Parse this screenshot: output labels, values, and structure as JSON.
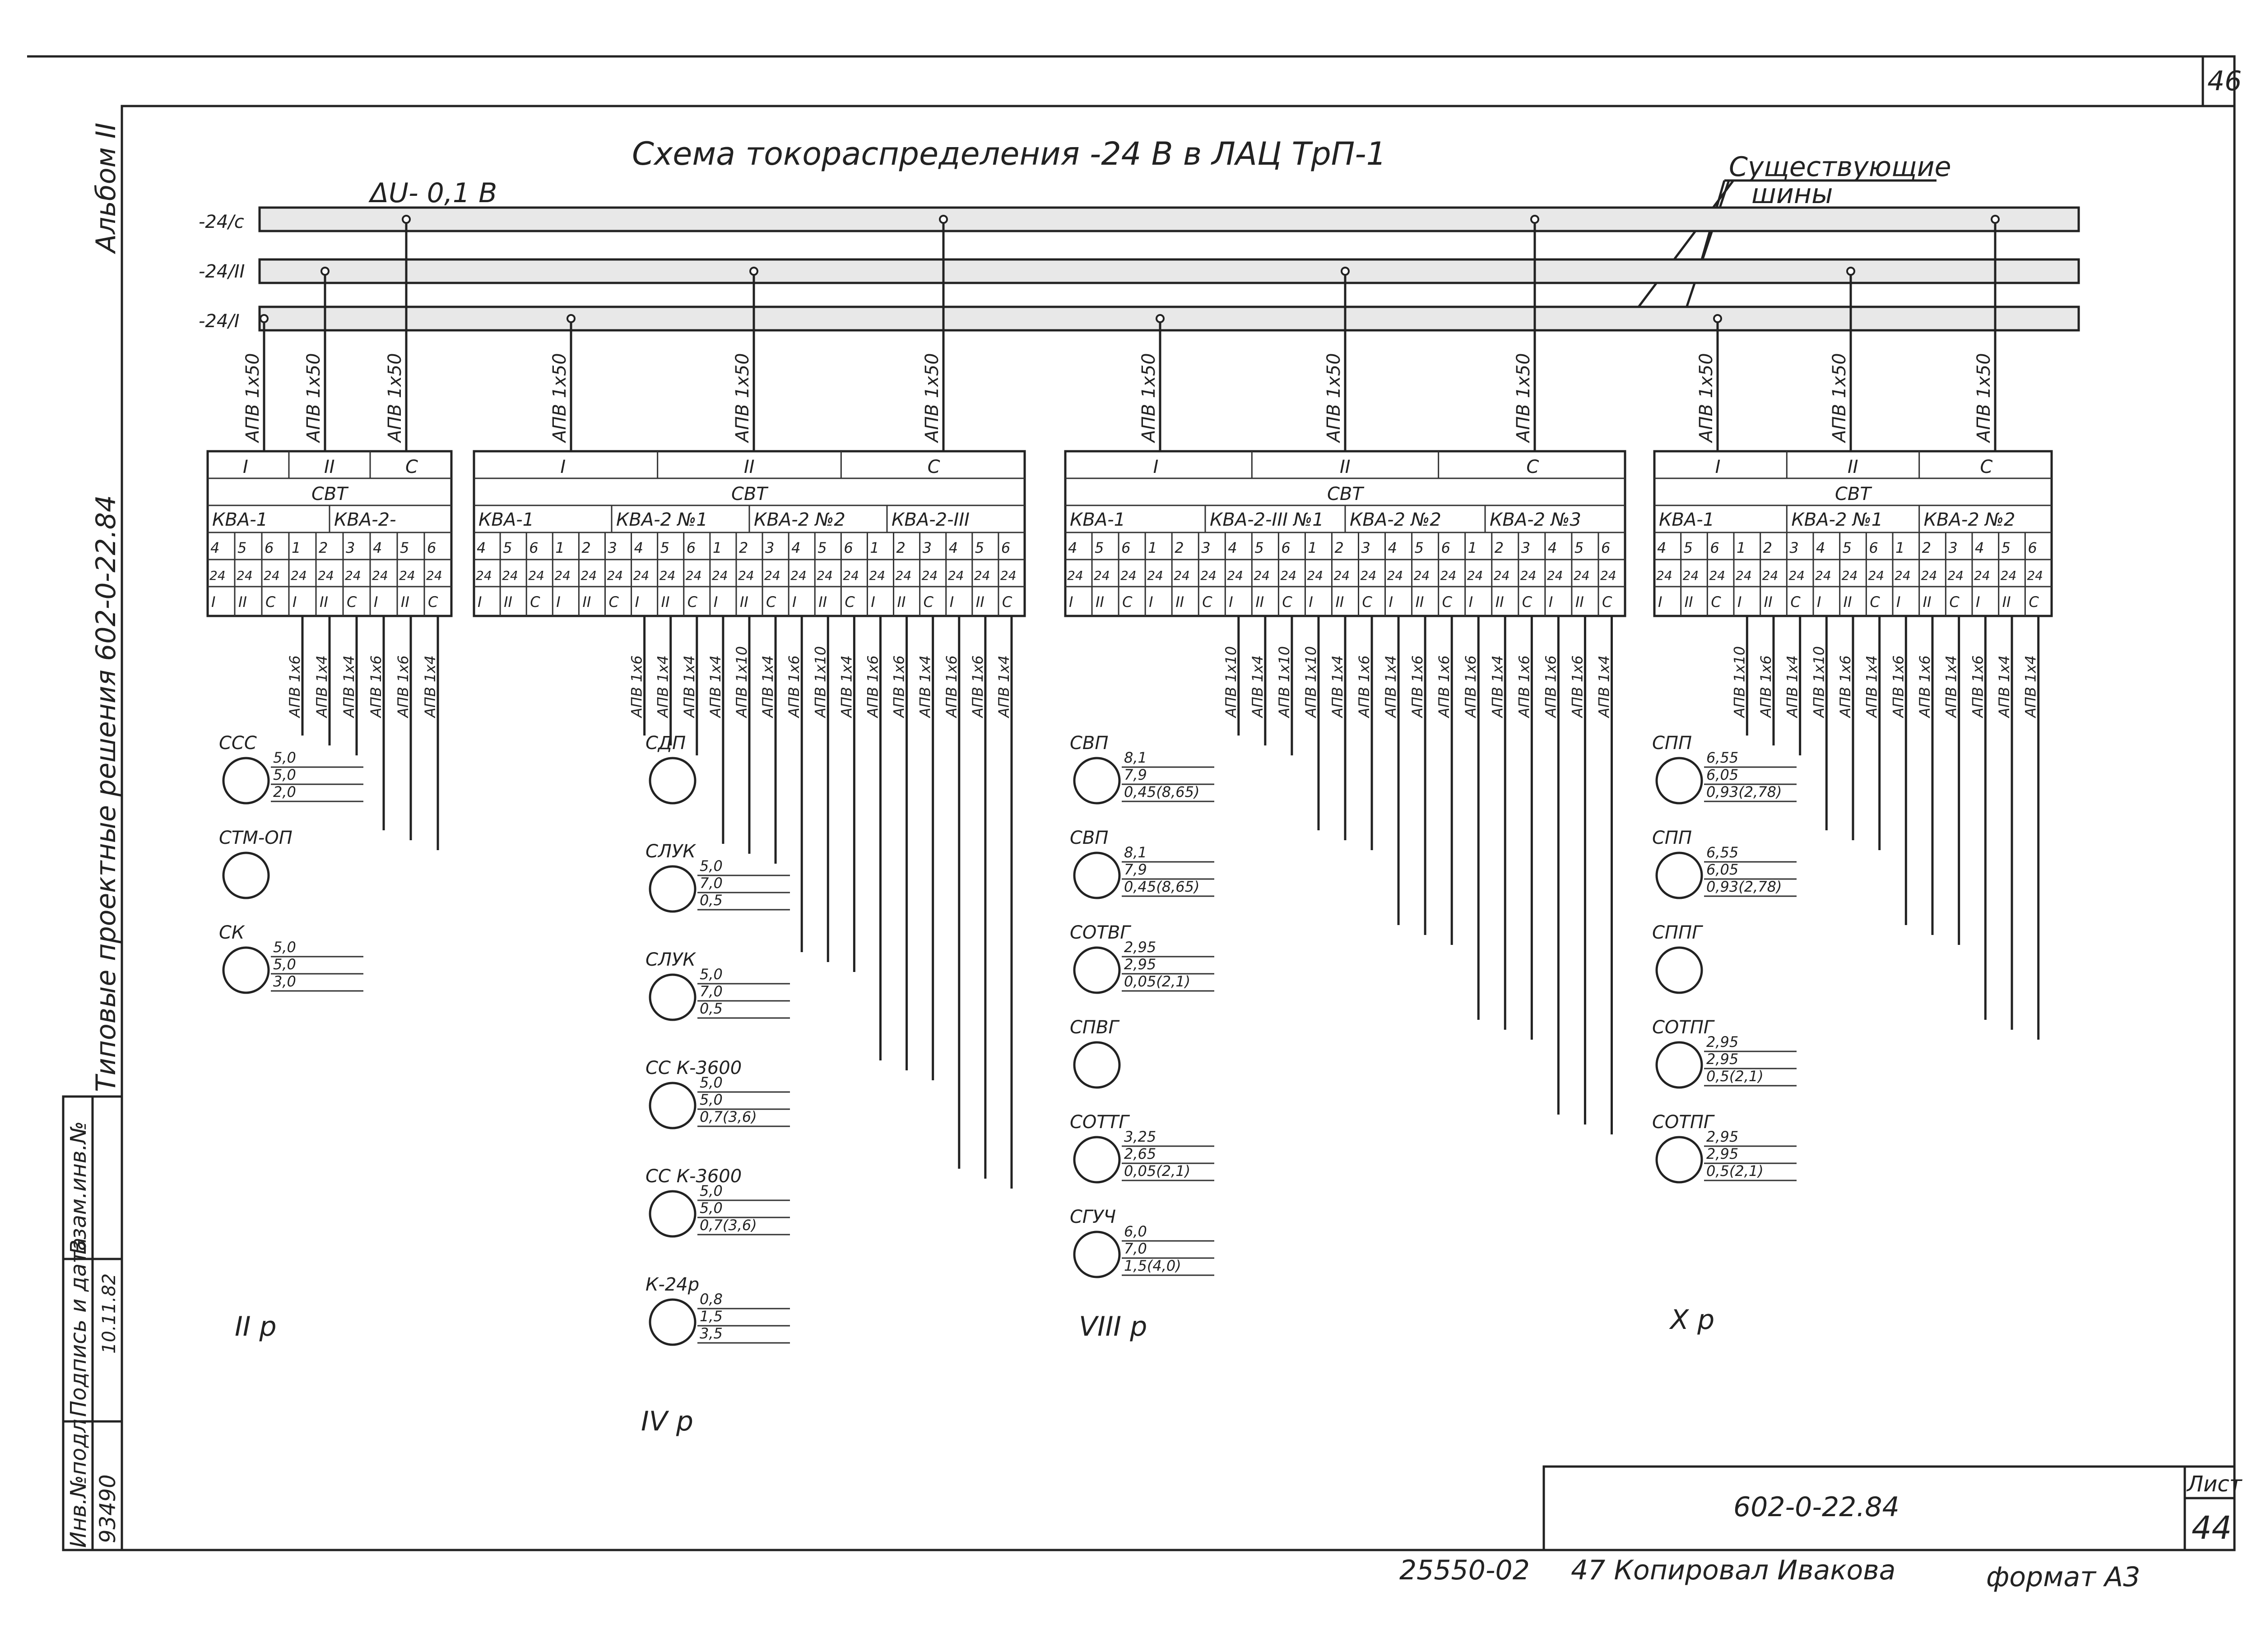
{
  "sheet_number_top": "46",
  "title": "Схема токораспределения -24 В в ЛАЦ ТрП-1",
  "voltage_drop": "ΔU- 0,1 В",
  "existing_buses_label": [
    "Существующие",
    "шины"
  ],
  "bus_labels": [
    "-24/с",
    "-24/II",
    "-24/I"
  ],
  "cable_type": "АПВ 1х50",
  "left_stamp": {
    "album": "Альбом II",
    "series": "Типовые проектные решения 602-0-22.84",
    "fields": [
      "Инв.№подл",
      "Подпись и дата",
      "Взам.инв.№"
    ],
    "inv_no": "93490",
    "date": "10.11.82"
  },
  "groups": [
    {
      "id": "II р",
      "header_sections": [
        "I",
        "II",
        "С"
      ],
      "header_title": "СВТ",
      "breakers": [
        "КВА-1",
        "КВА-2-"
      ],
      "row_nums": [
        "4",
        "5",
        "6",
        "1",
        "2",
        "3",
        "4",
        "5",
        "6"
      ],
      "row_volts": [
        "24",
        "24",
        "24",
        "24",
        "24",
        "24",
        "24",
        "24",
        "24"
      ],
      "row_phase": [
        "I",
        "II",
        "С",
        "I",
        "II",
        "С",
        "I",
        "II",
        "С"
      ],
      "feeders": [
        "АПВ 1х6",
        "АПВ 1х4",
        "АПВ 1х4",
        "АПВ 1х6",
        "АПВ 1х6",
        "АПВ 1х4"
      ],
      "loads": [
        {
          "name": "ССС",
          "values": [
            "5,0",
            "5,0",
            "2,0"
          ]
        },
        {
          "name": "СТМ-ОП",
          "values": []
        },
        {
          "name": "СК",
          "values": [
            "5,0",
            "5,0",
            "3,0"
          ]
        }
      ],
      "label": "II р"
    },
    {
      "id": "IV р",
      "header_sections": [
        "I",
        "II",
        "С"
      ],
      "header_title": "СВТ",
      "breakers": [
        "КВА-1",
        "КВА-2 №1",
        "КВА-2 №2",
        "КВА-2-III"
      ],
      "row_nums": [
        "4",
        "5",
        "6",
        "1",
        "2",
        "3",
        "4",
        "5",
        "6",
        "1",
        "2",
        "3",
        "4",
        "5",
        "6",
        "1",
        "2",
        "3",
        "4",
        "5",
        "6"
      ],
      "row_volts": [
        "24",
        "24",
        "24",
        "24",
        "24",
        "24",
        "24",
        "24",
        "24",
        "24",
        "24",
        "24",
        "24",
        "24",
        "24",
        "24",
        "24",
        "24",
        "24",
        "24",
        "24"
      ],
      "row_phase": [
        "I",
        "II",
        "С",
        "I",
        "II",
        "С",
        "I",
        "II",
        "С",
        "I",
        "II",
        "С",
        "I",
        "II",
        "С",
        "I",
        "II",
        "С",
        "I",
        "II",
        "С"
      ],
      "feeders": [
        "АПВ 1х6",
        "АПВ 1х4",
        "АПВ 1х4",
        "АПВ 1х4",
        "АПВ 1х10",
        "АПВ 1х4",
        "АПВ 1х6",
        "АПВ 1х10",
        "АПВ 1х4",
        "АПВ 1х6",
        "АПВ 1х6",
        "АПВ 1х4",
        "АПВ 1х6",
        "АПВ 1х6",
        "АПВ 1х4"
      ],
      "loads": [
        {
          "name": "СДП",
          "values": []
        },
        {
          "name": "СЛУК",
          "values": [
            "5,0",
            "7,0",
            "0,5"
          ]
        },
        {
          "name": "СЛУК",
          "values": [
            "5,0",
            "7,0",
            "0,5"
          ]
        },
        {
          "name": "СС К-3600",
          "values": [
            "5,0",
            "5,0",
            "0,7(3,6)"
          ]
        },
        {
          "name": "СС К-3600",
          "values": [
            "5,0",
            "5,0",
            "0,7(3,6)"
          ]
        },
        {
          "name": "К-24р",
          "values": [
            "0,8",
            "1,5",
            "3,5"
          ]
        }
      ],
      "label": "IV р"
    },
    {
      "id": "VIII р",
      "header_sections": [
        "I",
        "II",
        "С"
      ],
      "header_title": "СВТ",
      "breakers": [
        "КВА-1",
        "КВА-2-III №1",
        "КВА-2 №2",
        "КВА-2 №3"
      ],
      "row_nums": [
        "4",
        "5",
        "6",
        "1",
        "2",
        "3",
        "4",
        "5",
        "6",
        "1",
        "2",
        "3",
        "4",
        "5",
        "6",
        "1",
        "2",
        "3",
        "4",
        "5",
        "6"
      ],
      "row_volts": [
        "24",
        "24",
        "24",
        "24",
        "24",
        "24",
        "24",
        "24",
        "24",
        "24",
        "24",
        "24",
        "24",
        "24",
        "24",
        "24",
        "24",
        "24",
        "24",
        "24",
        "24"
      ],
      "row_phase": [
        "I",
        "II",
        "С",
        "I",
        "II",
        "С",
        "I",
        "II",
        "С",
        "I",
        "II",
        "С",
        "I",
        "II",
        "С",
        "I",
        "II",
        "С",
        "I",
        "II",
        "С"
      ],
      "feeders": [
        "АПВ 1х10",
        "АПВ 1х4",
        "АПВ 1х10",
        "АПВ 1х10",
        "АПВ 1х4",
        "АПВ 1х6",
        "АПВ 1х4",
        "АПВ 1х6",
        "АПВ 1х6",
        "АПВ 1х6",
        "АПВ 1х4",
        "АПВ 1х6",
        "АПВ 1х6",
        "АПВ 1х6",
        "АПВ 1х4"
      ],
      "loads": [
        {
          "name": "СВП",
          "values": [
            "8,1",
            "7,9",
            "0,45(8,65)"
          ]
        },
        {
          "name": "СВП",
          "values": [
            "8,1",
            "7,9",
            "0,45(8,65)"
          ]
        },
        {
          "name": "СОТВГ",
          "values": [
            "2,95",
            "2,95",
            "0,05(2,1)"
          ]
        },
        {
          "name": "СПВГ",
          "values": []
        },
        {
          "name": "СОТТГ",
          "values": [
            "3,25",
            "2,65",
            "0,05(2,1)"
          ]
        },
        {
          "name": "СГУЧ",
          "values": [
            "6,0",
            "7,0",
            "1,5(4,0)"
          ]
        }
      ],
      "label": "VIII р"
    },
    {
      "id": "X р",
      "header_sections": [
        "I",
        "II",
        "С"
      ],
      "header_title": "СВТ",
      "breakers": [
        "КВА-1",
        "КВА-2 №1",
        "КВА-2 №2"
      ],
      "row_nums": [
        "4",
        "5",
        "6",
        "1",
        "2",
        "3",
        "4",
        "5",
        "6",
        "1",
        "2",
        "3",
        "4",
        "5",
        "6"
      ],
      "row_volts": [
        "24",
        "24",
        "24",
        "24",
        "24",
        "24",
        "24",
        "24",
        "24",
        "24",
        "24",
        "24",
        "24",
        "24",
        "24"
      ],
      "row_phase": [
        "I",
        "II",
        "С",
        "I",
        "II",
        "С",
        "I",
        "II",
        "С",
        "I",
        "II",
        "С",
        "I",
        "II",
        "С"
      ],
      "feeders": [
        "АПВ 1х10",
        "АПВ 1х6",
        "АПВ 1х4",
        "АПВ 1х10",
        "АПВ 1х6",
        "АПВ 1х4",
        "АПВ 1х6",
        "АПВ 1х6",
        "АПВ 1х4",
        "АПВ 1х6",
        "АПВ 1х4",
        "АПВ 1х4"
      ],
      "loads": [
        {
          "name": "СПП",
          "values": [
            "6,55",
            "6,05",
            "0,93(2,78)"
          ]
        },
        {
          "name": "СПП",
          "values": [
            "6,55",
            "6,05",
            "0,93(2,78)"
          ]
        },
        {
          "name": "СППГ",
          "values": []
        },
        {
          "name": "СОТПГ",
          "values": [
            "2,95",
            "2,95",
            "0,5(2,1)"
          ]
        },
        {
          "name": "СОТПГ",
          "values": [
            "2,95",
            "2,95",
            "0,5(2,1)"
          ]
        }
      ],
      "label": "X р"
    }
  ],
  "title_block": {
    "doc_code": "602-0-22.84",
    "sheet_label": "Лист",
    "sheet_number": "44"
  },
  "footer": {
    "order_no": "25550-02",
    "copied_by": "47 Копировал Ивакова",
    "format": "формат А3"
  }
}
